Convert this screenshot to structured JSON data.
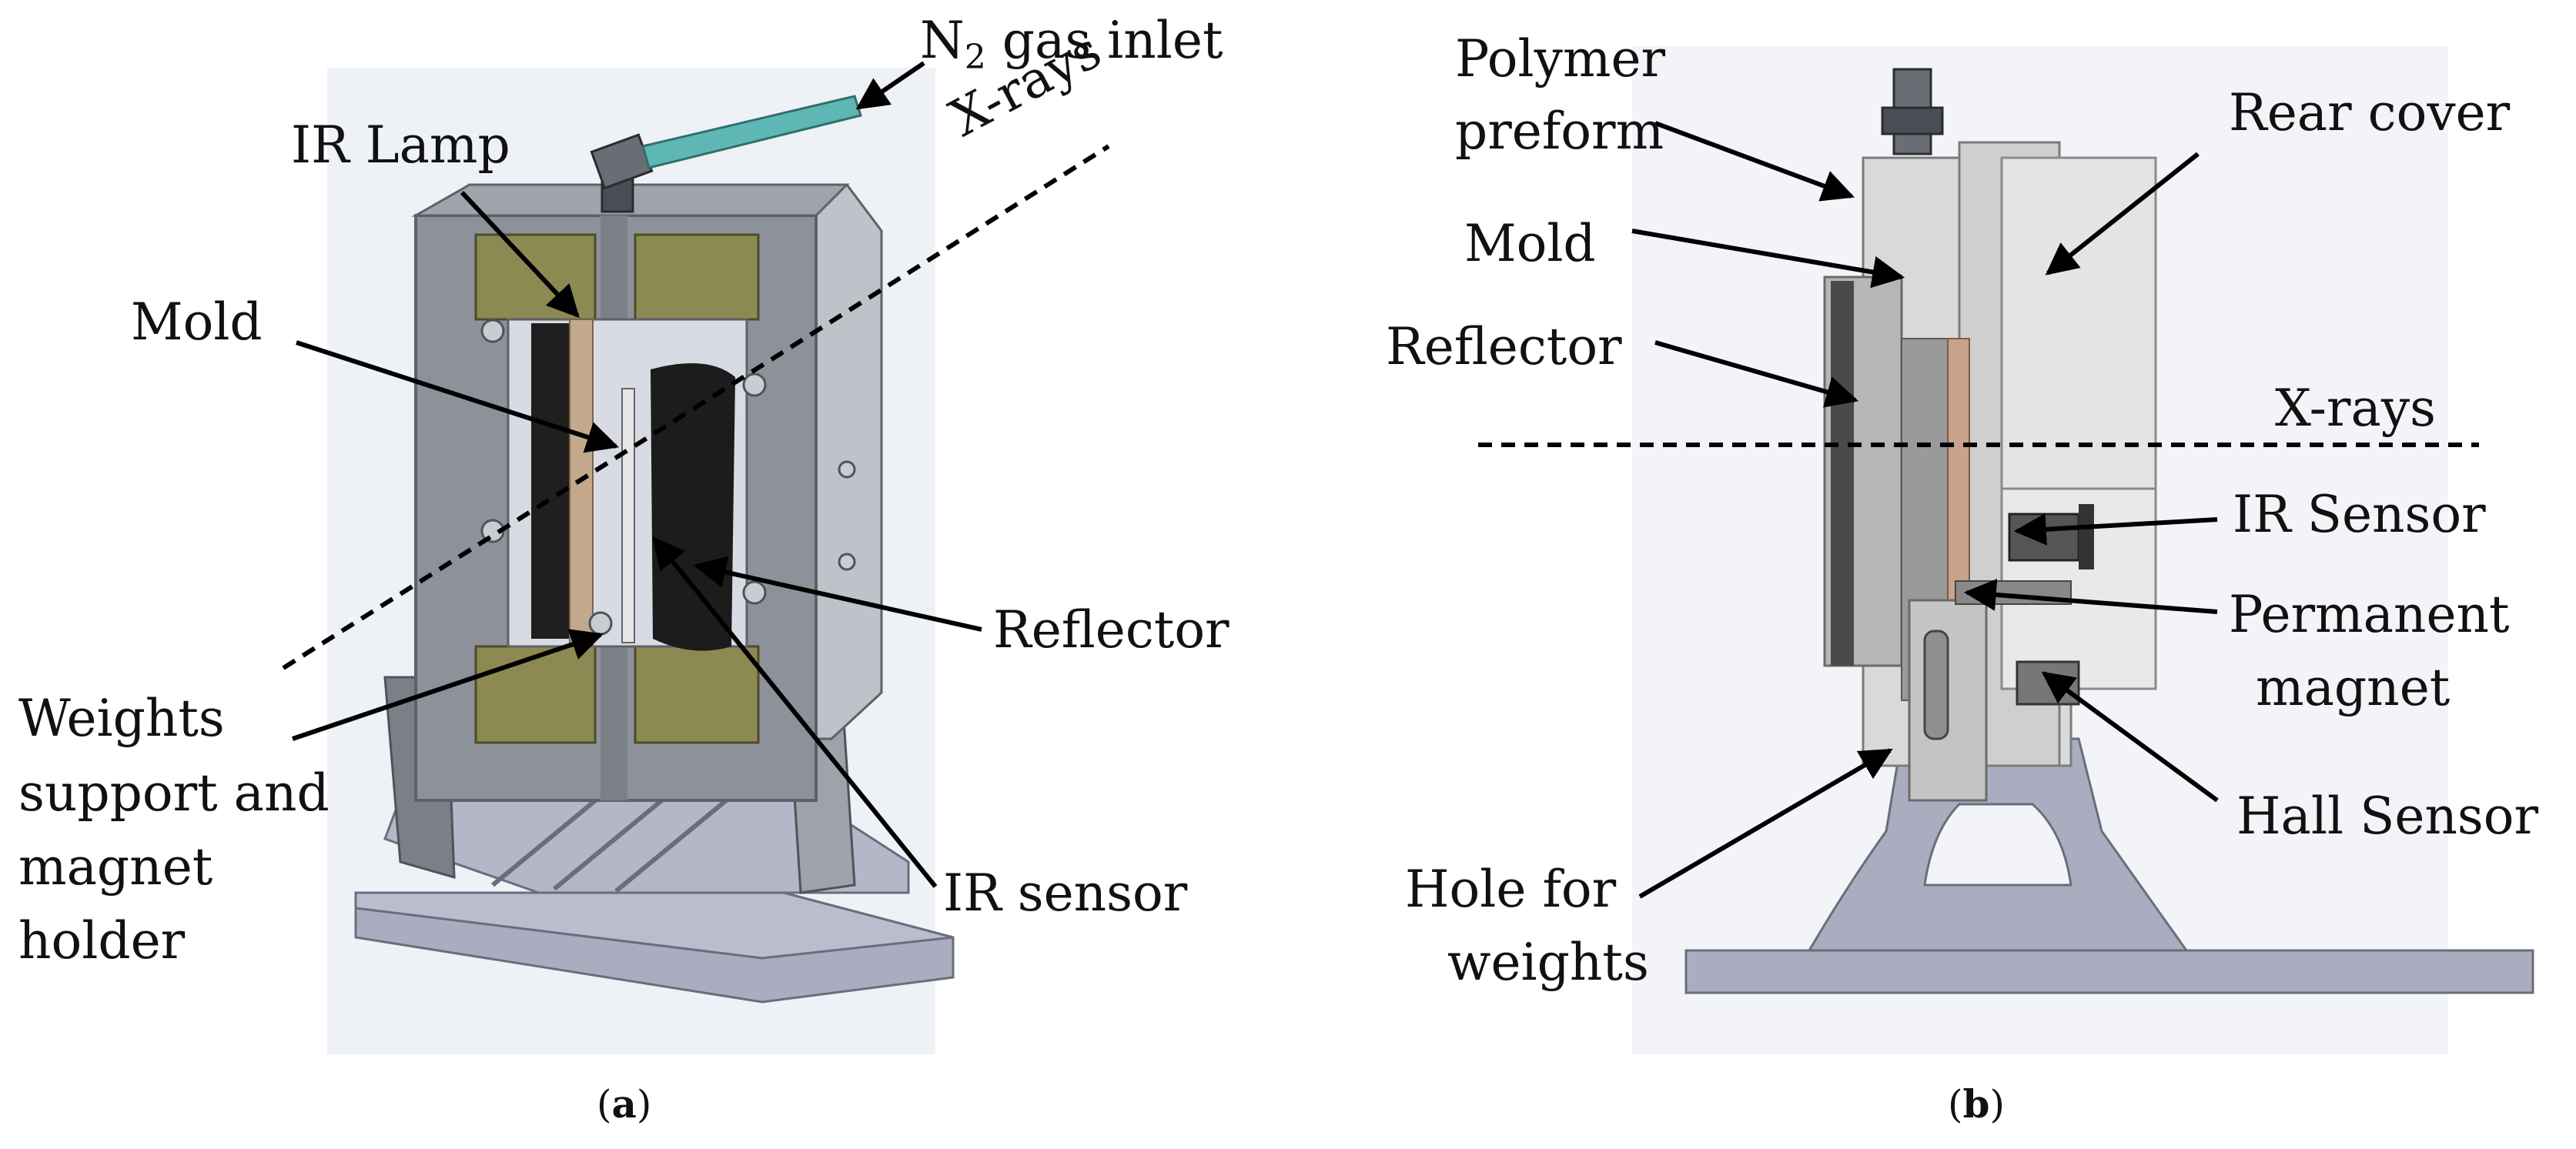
{
  "panel_a": {
    "caption_letter": "a",
    "labels": {
      "n2_prefix": "N",
      "n2_sub": "2",
      "n2_suffix": " gas inlet",
      "xrays": "X-rays",
      "ir_lamp": "IR Lamp",
      "mold": "Mold",
      "reflector": "Reflector",
      "weights_line1": "Weights",
      "weights_line2": "support and",
      "weights_line3": "magnet",
      "weights_line4": "holder",
      "ir_sensor": "IR sensor"
    }
  },
  "panel_b": {
    "caption_letter": "b",
    "labels": {
      "polymer_line1": "Polymer",
      "polymer_line2": "preform",
      "rear_cover": "Rear cover",
      "mold": "Mold",
      "reflector": "Reflector",
      "xrays": "X-rays",
      "ir_sensor": "IR Sensor",
      "magnet_line1": "Permanent",
      "magnet_line2": "magnet",
      "hall_sensor": "Hall Sensor",
      "hole_line1": "Hole for",
      "hole_line2": "weights"
    }
  },
  "colors": {
    "background_panel": "#eef1f6",
    "frame_gray": "#8d9199",
    "frame_dark": "#5d6168",
    "base_steel": "#a9adbf",
    "insulation_olive": "#8c8a52",
    "lamp_tan": "#c3a88c",
    "reflector_black": "#1c1c1c",
    "gas_tube_teal": "#5fb7b5",
    "section_light": "#d9d9d9",
    "section_mid": "#b6b6b6"
  }
}
